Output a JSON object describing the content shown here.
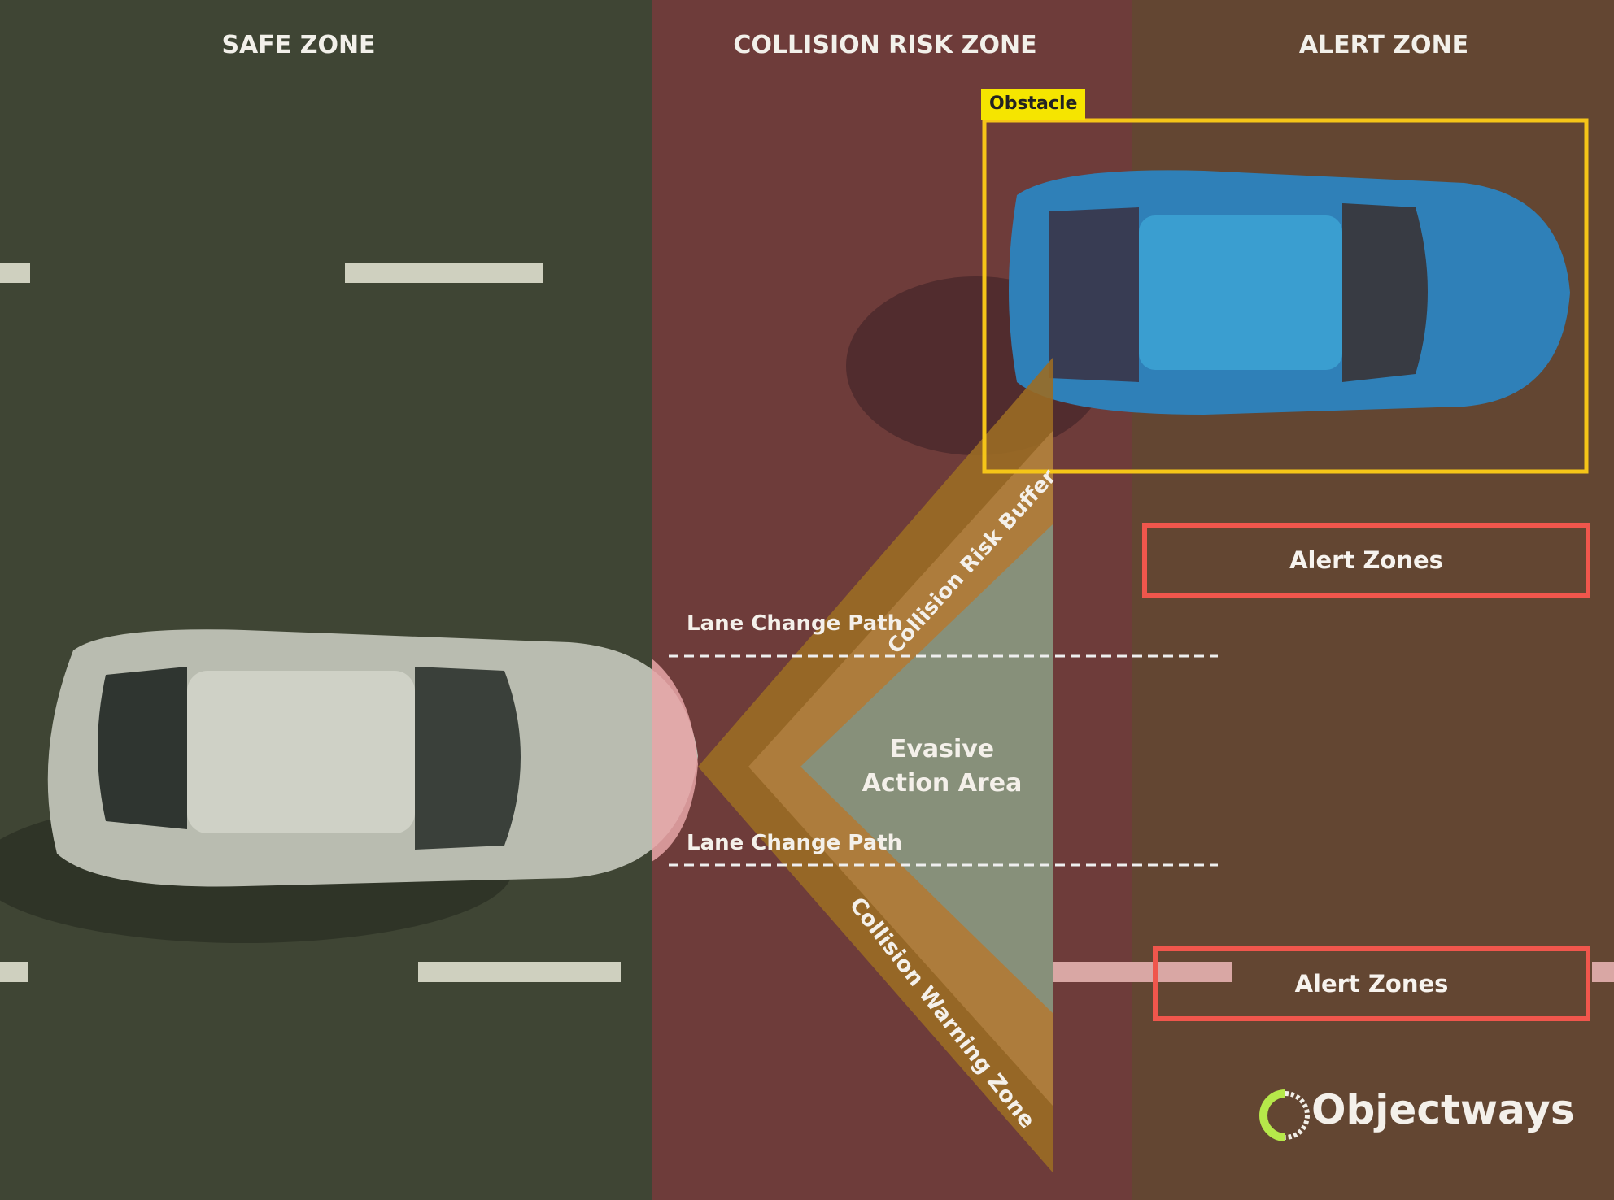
{
  "zones": {
    "safe": "SAFE ZONE",
    "risk": "COLLISION RISK ZONE",
    "alert": "ALERT ZONE"
  },
  "obstacle_label": "Obstacle",
  "alert_boxes": [
    "Alert Zones",
    "Alert Zones"
  ],
  "paths": {
    "upper": "Lane Change Path",
    "lower": "Lane Change Path"
  },
  "areas": {
    "buffer": "Collision Risk Buffer",
    "warning": "Collision Warning Zone",
    "evasive_line1": "Evasive",
    "evasive_line2": "Action Area"
  },
  "logo": "Objectways",
  "colors": {
    "safe": "#3f4534",
    "risk": "#6e3c3a",
    "alert": "#634632",
    "obstacle": "#f5d000",
    "alert_box": "#f0564c",
    "logo_accent": "#b6e84a"
  }
}
